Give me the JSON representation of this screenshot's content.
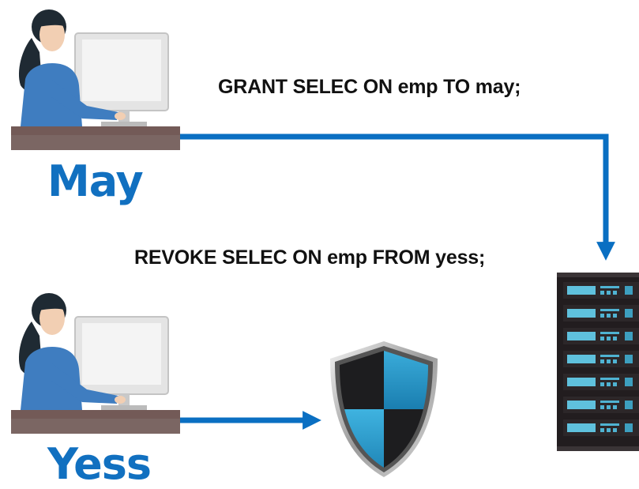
{
  "users": [
    {
      "name": "May"
    },
    {
      "name": "Yess"
    }
  ],
  "commands": {
    "grant": "GRANT SELEC ON emp TO may;",
    "revoke": "REVOKE SELEC ON emp FROM yess;"
  },
  "colors": {
    "accent": "#0a6fc2",
    "user_name": "#1170c0",
    "arrow": "#0a6fc2",
    "command_text": "#111111"
  },
  "icons": {
    "user": "person-at-computer-icon",
    "server": "server-rack-icon",
    "shield": "security-shield-icon"
  }
}
